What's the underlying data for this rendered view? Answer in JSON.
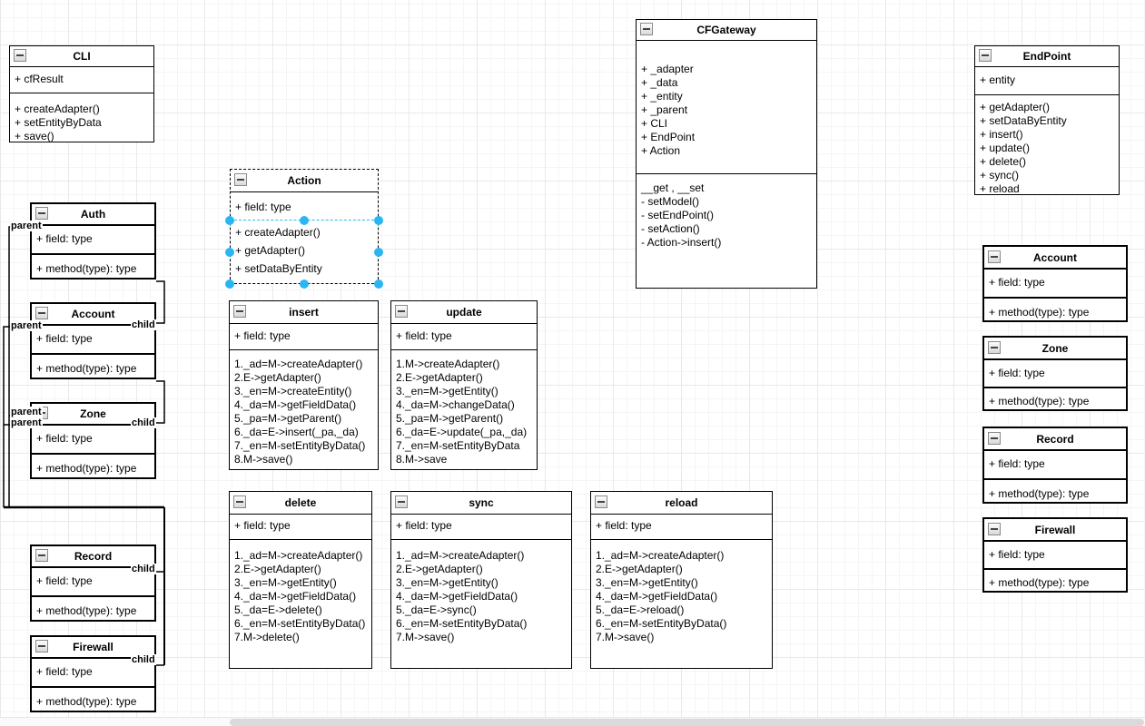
{
  "labels": {
    "parent": "parent",
    "child": "child"
  },
  "selection": {
    "selected_class": "Action",
    "handle_color": "#29b6f2"
  },
  "classes": {
    "cli": {
      "title": "CLI",
      "attributes": [
        "+ cfResult"
      ],
      "methods": [
        "+ createAdapter()",
        "+ setEntityByData",
        "+ save()"
      ]
    },
    "auth": {
      "title": "Auth",
      "attributes": [
        "+ field: type"
      ],
      "methods": [
        "+ method(type): type"
      ]
    },
    "account_left": {
      "title": "Account",
      "attributes": [
        "+ field: type"
      ],
      "methods": [
        "+ method(type): type"
      ]
    },
    "zone_left": {
      "title": "Zone",
      "attributes": [
        "+ field: type"
      ],
      "methods": [
        "+ method(type): type"
      ]
    },
    "record_left": {
      "title": "Record",
      "attributes": [
        "+ field: type"
      ],
      "methods": [
        "+ method(type): type"
      ]
    },
    "firewall_left": {
      "title": "Firewall",
      "attributes": [
        "+ field: type"
      ],
      "methods": [
        "+ method(type): type"
      ]
    },
    "action": {
      "title": "Action",
      "attributes": [
        "+ field: type"
      ],
      "methods": [
        "+ createAdapter()",
        "+ getAdapter()",
        "+ setDataByEntity"
      ]
    },
    "insert": {
      "title": "insert",
      "attributes": [
        "+ field: type"
      ],
      "methods": [
        "1._ad=M->createAdapter()",
        "2.E->getAdapter()",
        "3._en=M->createEntity()",
        "4._da=M->getFieldData()",
        "5._pa=M->getParent()",
        "6._da=E->insert(_pa,_da)",
        "7._en=M-setEntityByData()",
        "8.M->save()"
      ]
    },
    "update": {
      "title": "update",
      "attributes": [
        "+ field: type"
      ],
      "methods": [
        "1.M->createAdapter()",
        "2.E->getAdapter()",
        "3._en=M->getEntity()",
        "4._da=M->changeData()",
        "5._pa=M->getParent()",
        "6._da=E->update(_pa,_da)",
        "7._en=M-setEntityByData",
        "8.M->save"
      ]
    },
    "delete": {
      "title": "delete",
      "attributes": [
        "+ field: type"
      ],
      "methods": [
        "1._ad=M->createAdapter()",
        "2.E->getAdapter()",
        "3._en=M->getEntity()",
        "4._da=M->getFieldData()",
        "5._da=E->delete()",
        "6._en=M-setEntityByData()",
        "7.M->delete()"
      ]
    },
    "sync": {
      "title": "sync",
      "attributes": [
        "+ field: type"
      ],
      "methods": [
        "1._ad=M->createAdapter()",
        "2.E->getAdapter()",
        "3._en=M->getEntity()",
        "4._da=M->getFieldData()",
        "5._da=E->sync()",
        "6._en=M-setEntityByData()",
        "7.M->save()"
      ]
    },
    "reload": {
      "title": "reload",
      "attributes": [
        "+ field: type"
      ],
      "methods": [
        "1._ad=M->createAdapter()",
        "2.E->getAdapter()",
        "3._en=M->getEntity()",
        "4._da=M->getFieldData()",
        "5._da=E->reload()",
        "6._en=M-setEntityByData()",
        "7.M->save()"
      ]
    },
    "cfgateway": {
      "title": "CFGateway",
      "attributes": [
        "+ _adapter",
        "+ _data",
        "+ _entity",
        "+ _parent",
        "+ CLI",
        "+ EndPoint",
        "+ Action"
      ],
      "methods": [
        "__get , __set",
        "- setModel()",
        "- setEndPoint()",
        "- setAction()",
        "- Action->insert()"
      ]
    },
    "endpoint": {
      "title": "EndPoint",
      "attributes": [
        "+ entity"
      ],
      "methods": [
        "+ getAdapter()",
        "+ setDataByEntity",
        "+ insert()",
        "+ update()",
        "+ delete()",
        "+ sync()",
        "+ reload"
      ]
    },
    "account_right": {
      "title": "Account",
      "attributes": [
        "+ field: type"
      ],
      "methods": [
        "+ method(type): type"
      ]
    },
    "zone_right": {
      "title": "Zone",
      "attributes": [
        "+ field: type"
      ],
      "methods": [
        "+ method(type): type"
      ]
    },
    "record_right": {
      "title": "Record",
      "attributes": [
        "+ field: type"
      ],
      "methods": [
        "+ method(type): type"
      ]
    },
    "firewall_right": {
      "title": "Firewall",
      "attributes": [
        "+ field: type"
      ],
      "methods": [
        "+ method(type): type"
      ]
    }
  }
}
